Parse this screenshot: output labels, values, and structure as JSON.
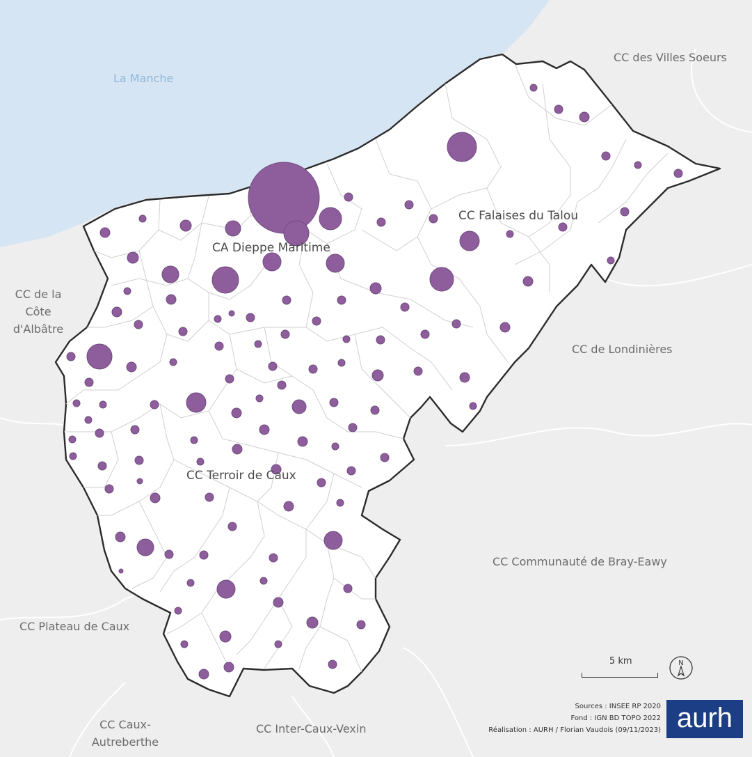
{
  "colors": {
    "sea": "#d6e5f3",
    "land_outside": "#eeeeee",
    "territory_fill": "#ffffff",
    "territory_border": "#2b2b2b",
    "commune_border": "#cfcfd4",
    "symbol_fill": "#8e5e9c",
    "symbol_stroke": "#6f4a7d",
    "logo_bg": "#1c3e85"
  },
  "labels": {
    "sea": "La Manche",
    "villes_soeurs": "CC des Villes Soeurs",
    "cote_albatre": [
      "CC de la",
      "Côte",
      "d'Albâtre"
    ],
    "londinieres": "CC de Londinières",
    "bray_eawy": "CC Communauté de Bray-Eawy",
    "plateau_caux": "CC Plateau de Caux",
    "caux_autreberthe": [
      "CC Caux-",
      "Autreberthe"
    ],
    "inter_caux_vexin": "CC Inter-Caux-Vexin",
    "falaises_talou": "CC Falaises du Talou",
    "dieppe_maritime": "CA Dieppe Maritime",
    "terroir_caux": "CC Terroir de Caux"
  },
  "scale": {
    "label": "5 km"
  },
  "north_arrow": {
    "label": "N",
    "icon": "north-arrow-icon"
  },
  "sources": {
    "line1": "Sources : INSEE RP 2020",
    "line2": "Fond : IGN BD TOPO 2022",
    "line3": "Réalisation : AURH / Florian Vaudois (09/11/2023)"
  },
  "logo": {
    "text": "aurh"
  }
}
